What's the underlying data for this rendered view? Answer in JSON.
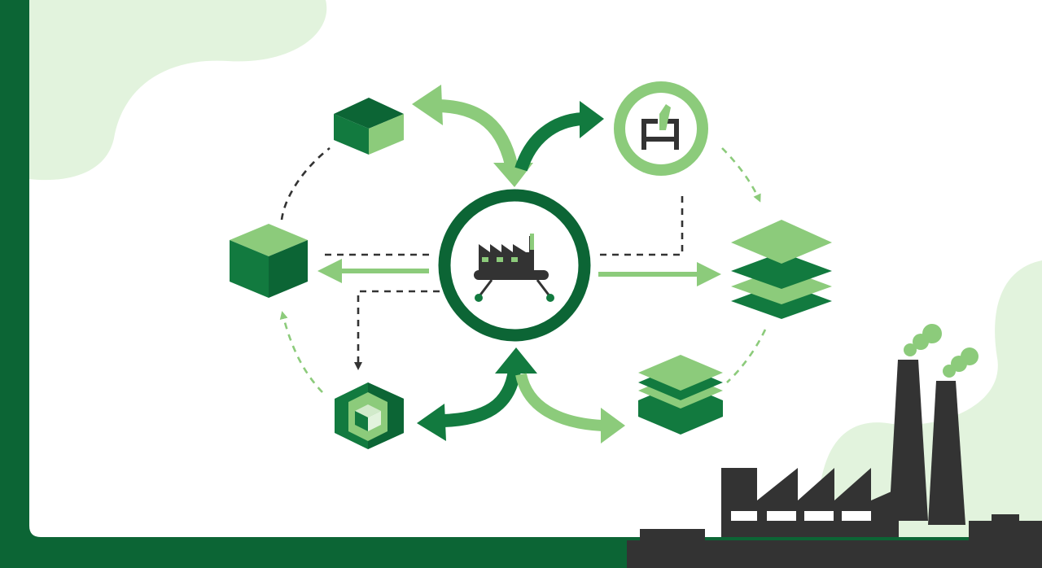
{
  "palette": {
    "dark_green": "#0c6535",
    "mid_green": "#127a3f",
    "light_green": "#8ccb7b",
    "pale_green": "#e2f3dd",
    "charcoal": "#333333",
    "background": "#ffffff"
  },
  "nodes": [
    {
      "id": "hub",
      "icon": "factory-conveyor-icon"
    },
    {
      "id": "top-left",
      "icon": "cube-icon"
    },
    {
      "id": "left",
      "icon": "cube-icon"
    },
    {
      "id": "bottom-left",
      "icon": "hexagon-cube-icon"
    },
    {
      "id": "top-right",
      "icon": "machine-badge-icon"
    },
    {
      "id": "right",
      "icon": "layers-stack-icon"
    },
    {
      "id": "bottom-right",
      "icon": "layers-stack-icon"
    }
  ],
  "connections": [
    {
      "from": "hub",
      "to": "top-left",
      "style": "solid-curved",
      "color": "light"
    },
    {
      "from": "hub",
      "to": "top-right",
      "style": "solid-curved",
      "color": "dark"
    },
    {
      "from": "hub",
      "to": "left",
      "style": "solid",
      "color": "light"
    },
    {
      "from": "hub",
      "to": "right",
      "style": "solid",
      "color": "light"
    },
    {
      "from": "hub",
      "to": "bottom-left",
      "style": "solid-curved",
      "color": "dark"
    },
    {
      "from": "hub",
      "to": "bottom-right",
      "style": "solid-curved",
      "color": "light"
    },
    {
      "from": "top-right",
      "to": "right",
      "style": "dashed",
      "color": "light"
    },
    {
      "from": "bottom-left",
      "to": "left",
      "style": "dashed",
      "color": "light"
    },
    {
      "from": "top-left",
      "to": "left",
      "style": "dashed",
      "color": "charcoal"
    },
    {
      "from": "right",
      "to": "bottom-right",
      "style": "dashed",
      "color": "light"
    }
  ]
}
